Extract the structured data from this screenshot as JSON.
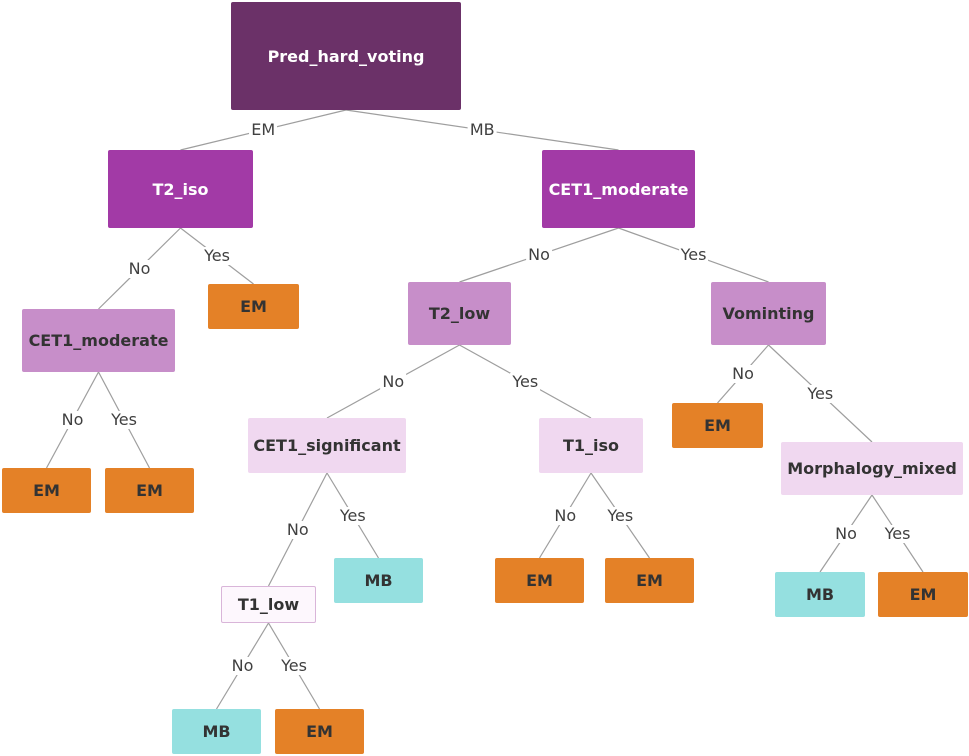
{
  "colors": {
    "root": "#6b3168",
    "split_level1": "#a23aa6",
    "split_level2": "#c78ec9",
    "split_level3": "#f0d8f0",
    "split_level4": "#fdf7fd",
    "split_level4_border": "#d9b5d9",
    "leaf_EM": "#e48127",
    "leaf_MB": "#95e0e0",
    "edge": "#9e9e9e"
  },
  "nodes": [
    {
      "id": "root",
      "label": "Pred_hard_voting",
      "kind": "split",
      "level": 0
    },
    {
      "id": "t2iso",
      "label": "T2_iso",
      "kind": "split",
      "level": 1
    },
    {
      "id": "cet1mod_r",
      "label": "CET1_moderate",
      "kind": "split",
      "level": 1
    },
    {
      "id": "cet1mod_l",
      "label": "CET1_moderate",
      "kind": "split",
      "level": 2
    },
    {
      "id": "leaf_em1",
      "label": "EM",
      "kind": "leaf",
      "class": "EM"
    },
    {
      "id": "t2low",
      "label": "T2_low",
      "kind": "split",
      "level": 2
    },
    {
      "id": "vomit",
      "label": "Vominting",
      "kind": "split",
      "level": 2
    },
    {
      "id": "leaf_em2",
      "label": "EM",
      "kind": "leaf",
      "class": "EM"
    },
    {
      "id": "leaf_em3",
      "label": "EM",
      "kind": "leaf",
      "class": "EM"
    },
    {
      "id": "cet1sig",
      "label": "CET1_significant",
      "kind": "split",
      "level": 3
    },
    {
      "id": "t1iso",
      "label": "T1_iso",
      "kind": "split",
      "level": 3
    },
    {
      "id": "leaf_em4",
      "label": "EM",
      "kind": "leaf",
      "class": "EM"
    },
    {
      "id": "morph",
      "label": "Morphalogy_mixed",
      "kind": "split",
      "level": 3
    },
    {
      "id": "t1low",
      "label": "T1_low",
      "kind": "split",
      "level": 4
    },
    {
      "id": "leaf_mb1",
      "label": "MB",
      "kind": "leaf",
      "class": "MB"
    },
    {
      "id": "leaf_em5",
      "label": "EM",
      "kind": "leaf",
      "class": "EM"
    },
    {
      "id": "leaf_em6",
      "label": "EM",
      "kind": "leaf",
      "class": "EM"
    },
    {
      "id": "leaf_mb2",
      "label": "MB",
      "kind": "leaf",
      "class": "MB"
    },
    {
      "id": "leaf_em7",
      "label": "EM",
      "kind": "leaf",
      "class": "EM"
    },
    {
      "id": "leaf_mb3",
      "label": "MB",
      "kind": "leaf",
      "class": "MB"
    },
    {
      "id": "leaf_em8",
      "label": "EM",
      "kind": "leaf",
      "class": "EM"
    }
  ],
  "edges": [
    {
      "from": "root",
      "to": "t2iso",
      "label": "EM"
    },
    {
      "from": "root",
      "to": "cet1mod_r",
      "label": "MB"
    },
    {
      "from": "t2iso",
      "to": "cet1mod_l",
      "label": "No"
    },
    {
      "from": "t2iso",
      "to": "leaf_em1",
      "label": "Yes"
    },
    {
      "from": "cet1mod_r",
      "to": "t2low",
      "label": "No"
    },
    {
      "from": "cet1mod_r",
      "to": "vomit",
      "label": "Yes"
    },
    {
      "from": "cet1mod_l",
      "to": "leaf_em2",
      "label": "No"
    },
    {
      "from": "cet1mod_l",
      "to": "leaf_em3",
      "label": "Yes"
    },
    {
      "from": "t2low",
      "to": "cet1sig",
      "label": "No"
    },
    {
      "from": "t2low",
      "to": "t1iso",
      "label": "Yes"
    },
    {
      "from": "vomit",
      "to": "leaf_em4",
      "label": "No"
    },
    {
      "from": "vomit",
      "to": "morph",
      "label": "Yes"
    },
    {
      "from": "cet1sig",
      "to": "t1low",
      "label": "No"
    },
    {
      "from": "cet1sig",
      "to": "leaf_mb1",
      "label": "Yes"
    },
    {
      "from": "t1iso",
      "to": "leaf_em5",
      "label": "No"
    },
    {
      "from": "t1iso",
      "to": "leaf_em6",
      "label": "Yes"
    },
    {
      "from": "morph",
      "to": "leaf_mb2",
      "label": "No"
    },
    {
      "from": "morph",
      "to": "leaf_em7",
      "label": "Yes"
    },
    {
      "from": "t1low",
      "to": "leaf_mb3",
      "label": "No"
    },
    {
      "from": "t1low",
      "to": "leaf_em8",
      "label": "Yes"
    }
  ]
}
